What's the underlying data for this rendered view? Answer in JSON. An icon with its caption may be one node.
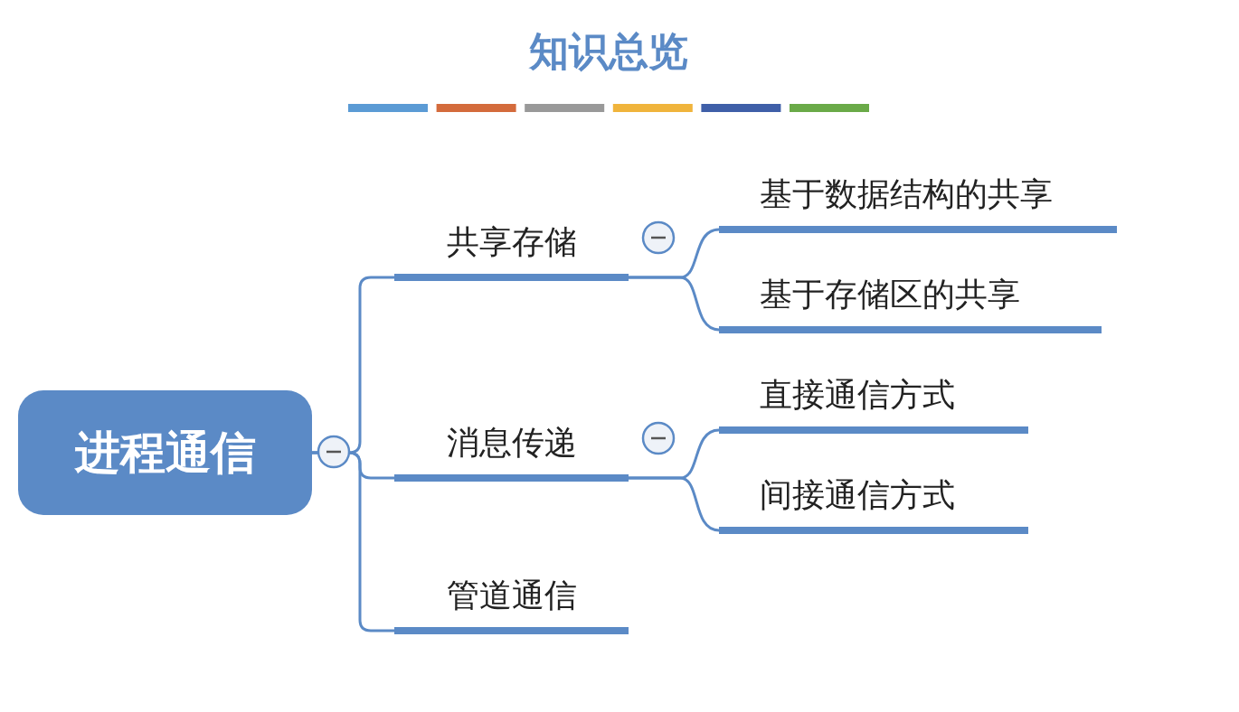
{
  "diagram": {
    "title": "知识总览",
    "nodes": [
      {
        "text": [
          "进程通信"
        ]
      },
      {
        "text": [
          "共享存储"
        ]
      },
      {
        "text": [
          "消息传递"
        ]
      },
      {
        "text": [
          "管道通信"
        ]
      },
      {
        "text": [
          "基于数据结构的共享"
        ]
      },
      {
        "text": [
          "基于存储区的共享"
        ]
      },
      {
        "text": [
          "直接通信方式"
        ]
      },
      {
        "text": [
          "间接通信方式"
        ]
      }
    ],
    "edges": [
      {
        "from": 0,
        "to": 1,
        "arrow": "none"
      },
      {
        "from": 0,
        "to": 2,
        "arrow": "none"
      },
      {
        "from": 0,
        "to": 3,
        "arrow": "none"
      },
      {
        "from": 1,
        "to": 4,
        "arrow": "none"
      },
      {
        "from": 1,
        "to": 5,
        "arrow": "none"
      },
      {
        "from": 2,
        "to": 6,
        "arrow": "none"
      },
      {
        "from": 2,
        "to": 7,
        "arrow": "none"
      }
    ]
  }
}
